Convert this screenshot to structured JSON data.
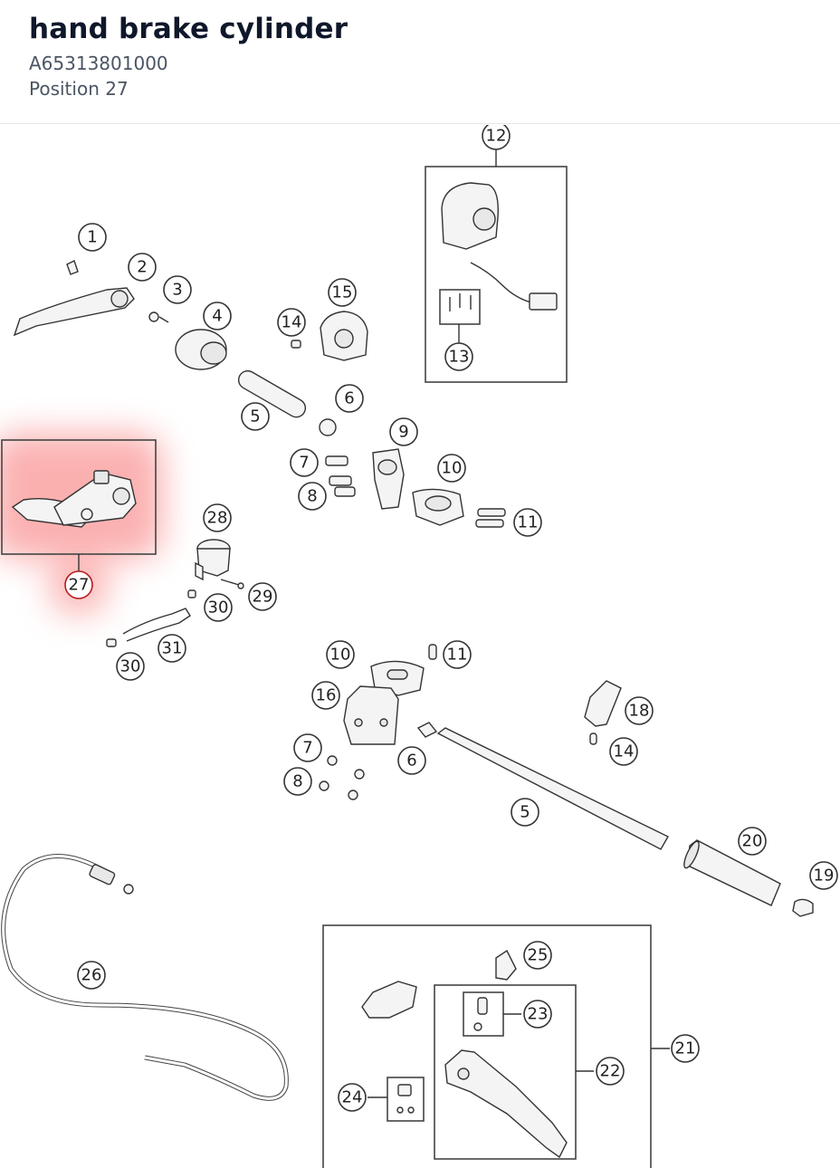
{
  "header": {
    "title": "hand brake cylinder",
    "part_number": "A65313801000",
    "position": "Position 27"
  },
  "highlight": {
    "position_number": "27",
    "color": "#f87171"
  },
  "labels": {
    "l1": "1",
    "l2": "2",
    "l3": "3",
    "l4": "4",
    "l5a": "5",
    "l6a": "6",
    "l7a": "7",
    "l8a": "8",
    "l9": "9",
    "l10a": "10",
    "l11a": "11",
    "l12": "12",
    "l13": "13",
    "l14a": "14",
    "l15": "15",
    "l27": "27",
    "l28": "28",
    "l29": "29",
    "l30a": "30",
    "l30b": "30",
    "l31": "31",
    "l10b": "10",
    "l11b": "11",
    "l16": "16",
    "l7b": "7",
    "l8b": "8",
    "l6b": "6",
    "l18": "18",
    "l14b": "14",
    "l5b": "5",
    "l20": "20",
    "l19": "19",
    "l26": "26",
    "l25": "25",
    "l23": "23",
    "l22": "22",
    "l21": "21",
    "l24": "24"
  }
}
